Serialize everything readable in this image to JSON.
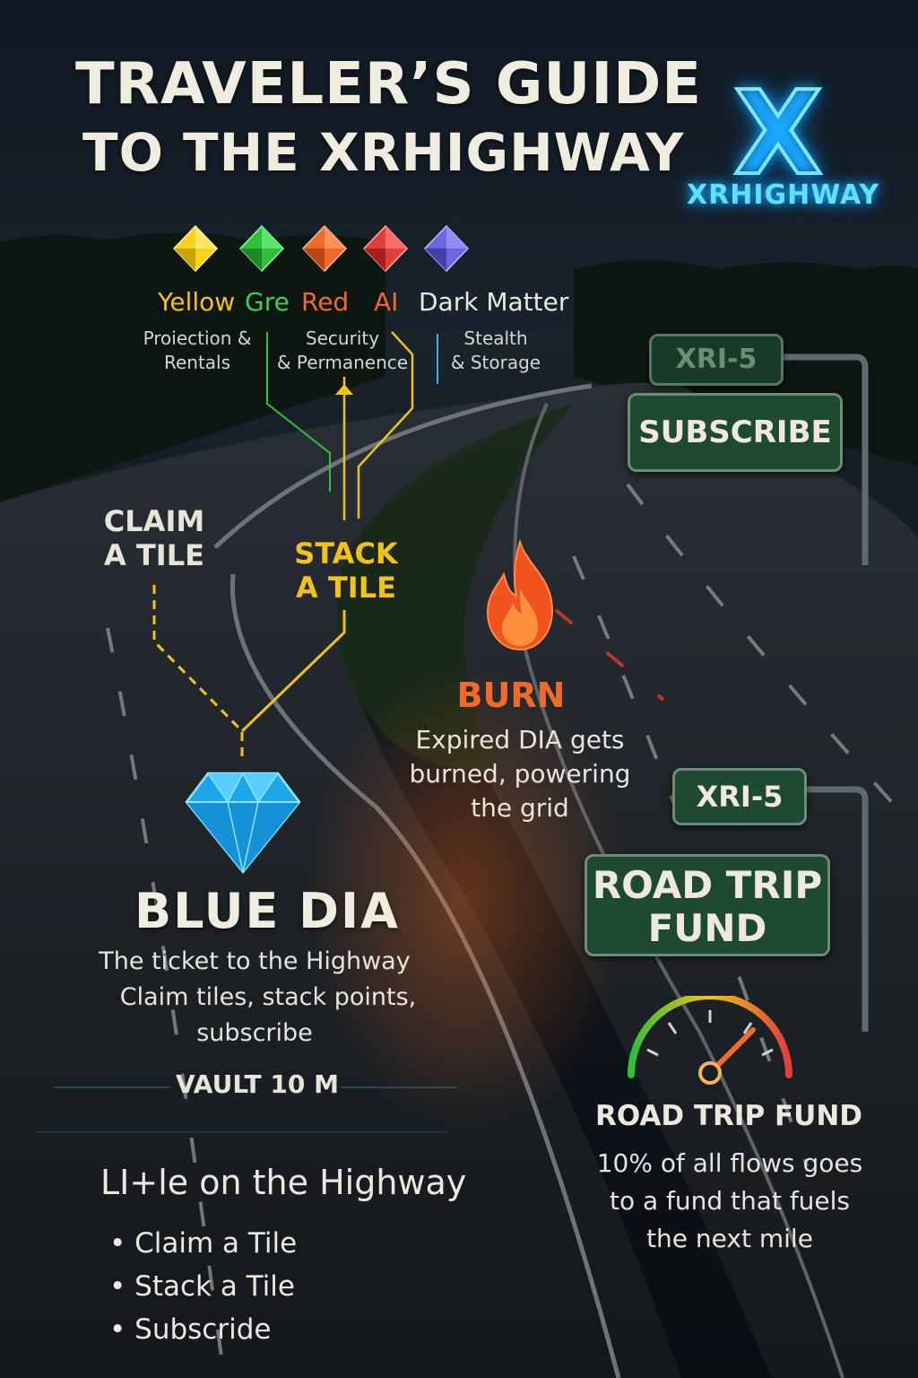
{
  "header": {
    "title_line1": "TRAVELER’S GUIDE",
    "title_line2": "TO THE XRHIGHWAY"
  },
  "brand": {
    "mark": "X",
    "name": "XRHIGHWAY",
    "color": "#2fd6ff"
  },
  "gems": [
    {
      "label": "Yellow",
      "color": "#f7d21c",
      "icon": "yellow-gem-icon"
    },
    {
      "label": "Gre",
      "color": "#2fbf3b",
      "icon": "green-gem-icon"
    },
    {
      "label": "Red",
      "color": "#f06a2a",
      "icon": "orange-gem-icon"
    },
    {
      "label": "AI",
      "color": "#e0403a",
      "icon": "red-gem-icon"
    },
    {
      "label": "Dark Matter",
      "color": "#6a67e0",
      "icon": "purple-gem-icon"
    }
  ],
  "gem_descriptions": {
    "projection_line1": "Proiection &",
    "projection_line2": "Rentals",
    "security_line1": "Security",
    "security_line2": "& Permanence",
    "stealth_line1": "Stealth",
    "stealth_line2": "& Storage"
  },
  "callouts": {
    "claim_line1": "CLAIM",
    "claim_line2": "A TILE",
    "stack_line1": "STACK",
    "stack_line2": "A TILE"
  },
  "signs": {
    "route_top": "XRI-5",
    "subscribe": "SUBSCRIBE",
    "route_bottom": "XRI-5",
    "fund_line1": "ROAD TRIP",
    "fund_line2": "FUND"
  },
  "burn": {
    "icon": "flame-icon",
    "title": "BURN",
    "line1": "Expired DIA gets",
    "line2": "burned, powering",
    "line3": "the grid"
  },
  "blue_dia": {
    "icon": "blue-diamond-icon",
    "title": "BLUE DIA",
    "line1": "The ticket to the Highway",
    "line2": "Claim tiles, stack points,",
    "line3": "subscribe",
    "vault": "VAULT 10 M"
  },
  "fund": {
    "icon": "speedometer-icon",
    "title": "ROAD TRIP FUND",
    "line1": "10% of all flows goes",
    "line2": "to a fund that fuels",
    "line3": "the next mile"
  },
  "life": {
    "heading": "LI+le on the Highway",
    "items": [
      "Claim a Tile",
      "Stack a Tile",
      "Subscride"
    ]
  }
}
